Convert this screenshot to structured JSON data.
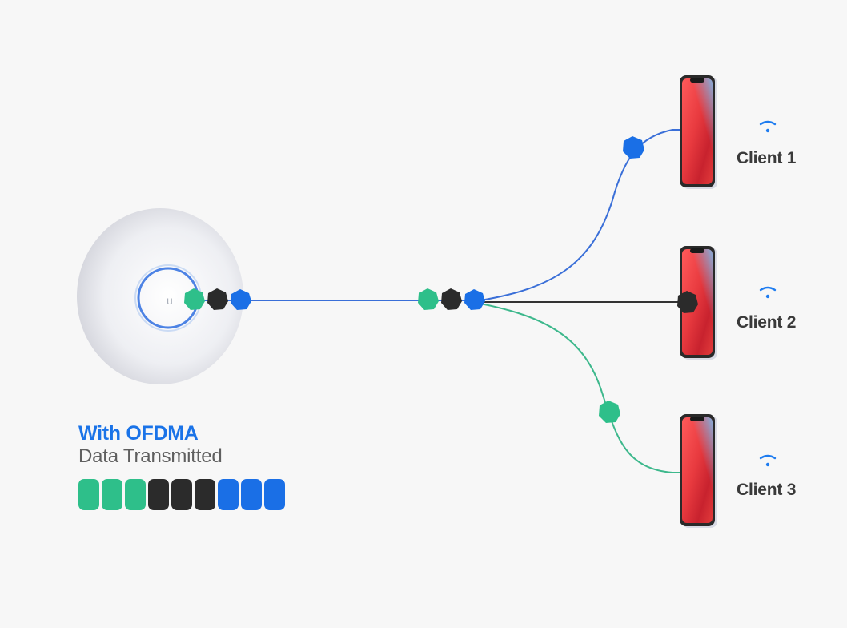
{
  "legend": {
    "title": "With OFDMA",
    "subtitle": "Data Transmitted",
    "segments": [
      "green",
      "green",
      "green",
      "black",
      "black",
      "black",
      "blue",
      "blue",
      "blue"
    ]
  },
  "clients": [
    {
      "label": "Client 1",
      "packet_color": "blue"
    },
    {
      "label": "Client 2",
      "packet_color": "black"
    },
    {
      "label": "Client 3",
      "packet_color": "green"
    }
  ],
  "colors": {
    "green": "#2ebf8a",
    "black": "#2b2b2b",
    "blue": "#1a6fe6",
    "accent_text": "#1a73e8",
    "wifi": "#1e7cf0",
    "line_blue": "#3a6fd8",
    "line_green": "#3db88c",
    "line_black": "#333333"
  },
  "icons": {
    "access_point": "access-point-icon",
    "packet": "hexagon-packet-icon",
    "phone": "smartphone-icon",
    "wifi": "wifi-icon"
  }
}
